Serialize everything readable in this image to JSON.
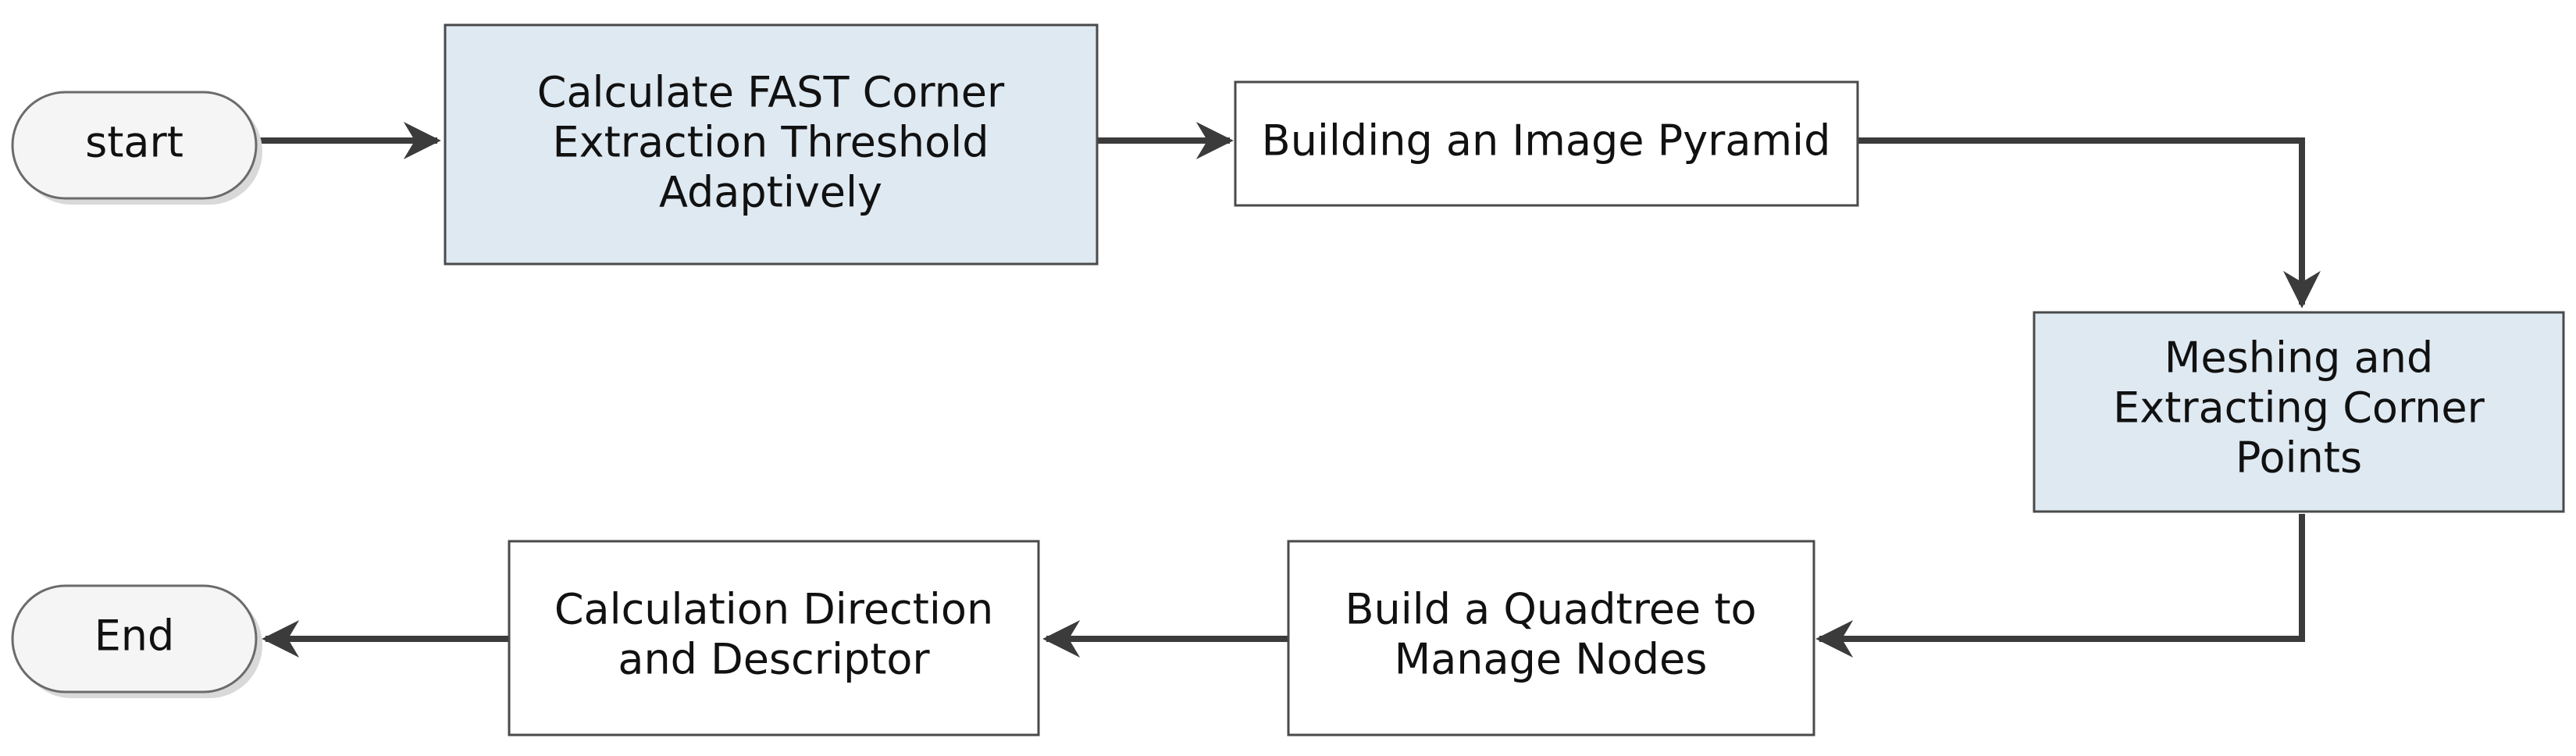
{
  "nodes": {
    "start": {
      "text": "start",
      "type": "terminal"
    },
    "threshold": {
      "lines": [
        "Calculate FAST Corner",
        "Extraction Threshold",
        "Adaptively"
      ],
      "type": "process"
    },
    "pyramid": {
      "lines": [
        "Building an Image Pyramid"
      ],
      "type": "process"
    },
    "meshing": {
      "lines": [
        "Meshing and",
        "Extracting Corner",
        "Points"
      ],
      "type": "process"
    },
    "quadtree": {
      "lines": [
        "Build a Quadtree to",
        "Manage Nodes"
      ],
      "type": "process"
    },
    "descriptor": {
      "lines": [
        "Calculation Direction",
        "and Descriptor"
      ],
      "type": "process"
    },
    "end": {
      "text": "End",
      "type": "terminal"
    }
  },
  "colors": {
    "highlight_fill": "#dfe9f2",
    "plain_fill": "#ffffff",
    "terminal_fill": "#f5f5f5",
    "connector": "#3b3b3b"
  },
  "highlighted_nodes": [
    "threshold",
    "meshing"
  ]
}
